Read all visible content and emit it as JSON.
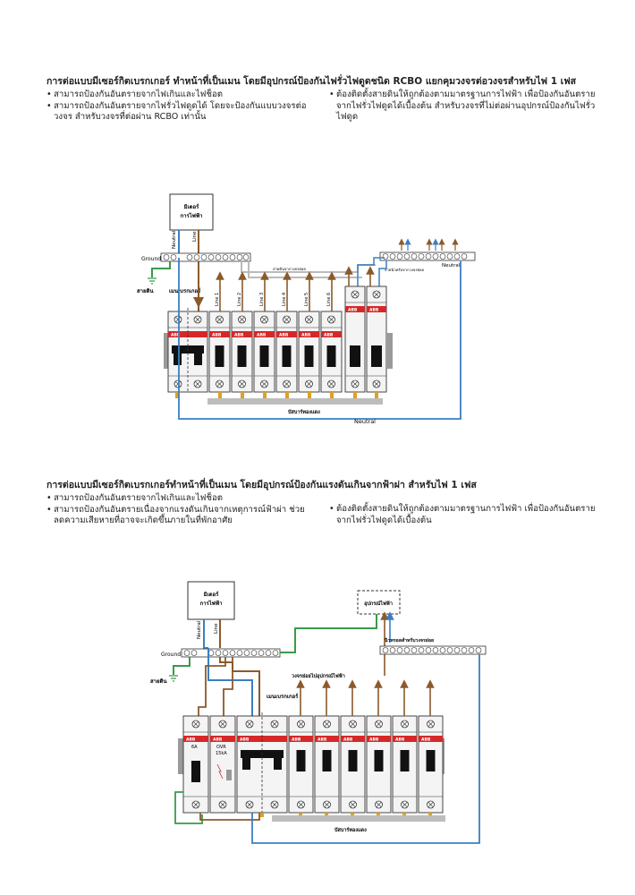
{
  "section1": {
    "title": "การต่อแบบมีเซอร์กิตเบรกเกอร์ ทำหน้าที่เป็นเมน โดยมีอุปกรณ์ป้องกันไฟรั่วไฟดูดชนิด RCBO แยกคุมวงจรต่อวงจรสำหรับไฟ 1 เฟส",
    "bullets_left": [
      "สามารถป้องกันอันตรายจากไฟเกินและไฟช็อต",
      "สามารถป้องกันอันตรายจากไฟรั่วไฟดูดได้ โดยจะป้องกันแบบวงจรต่อวงจร สำหรับวงจรที่ต่อผ่าน RCBO เท่านั้น"
    ],
    "bullets_right": [
      "ต้องติดตั้งสายดินให้ถูกต้องตามมาตรฐานการไฟฟ้า เพื่อป้องกันอันตรายจากไฟรั่วไฟดูดได้เบื้องต้น สำหรับวงจรที่ไม่ต่อผ่านอุปกรณ์ป้องกันไฟรั่วไฟดูด"
    ]
  },
  "diagram1": {
    "meter_label_1": "มิเตอร์",
    "meter_label_2": "การไฟฟ้า",
    "neutral_wire": "Neutral",
    "line_wire": "Line",
    "ground_label": "Ground",
    "earth_label": "สายดิน",
    "main_breaker_label": "เมนเบรกเกอร์",
    "lines": [
      "Line 1",
      "Line 2",
      "Line 3",
      "Line 4",
      "Line 5",
      "Line 6"
    ],
    "breaker_brand": "ABB",
    "neutral_bar_label": "Neutral",
    "ground_wire_note": "สายดินจากวงจรย่อย",
    "neutral_wire_note": "สายนิวทรัลจากวงจรย่อย",
    "busbar_label": "บัสบาร์ทองแดง",
    "neutral_bottom_label": "Neutral"
  },
  "section2": {
    "title": "การต่อแบบมีเซอร์กิตเบรกเกอร์ทำหน้าที่เป็นเมน โดยมีอุปกรณ์ป้องกันแรงดันเกินจากฟ้าผ่า สำหรับไฟ 1 เฟส",
    "bullets_left": [
      "สามารถป้องกันอันตรายจากไฟเกินและไฟช็อต",
      "สามารถป้องกันอันตรายเนื่องจากแรงดันเกินจากเหตุการณ์ฟ้าผ่า ช่วยลดความเสียหายที่อาจจะเกิดขึ้นภายในที่พักอาศัย"
    ],
    "bullets_right": [
      "ต้องติดตั้งสายดินให้ถูกต้องตามมาตรฐานการไฟฟ้า เพื่อป้องกันอันตรายจากไฟรั่วไฟดูดได้เบื้องต้น"
    ]
  },
  "diagram2": {
    "meter_label_1": "มิเตอร์",
    "meter_label_2": "การไฟฟ้า",
    "neutral_wire": "Neutral",
    "line_wire": "Line",
    "ground_label": "Ground",
    "earth_label": "สายดิน",
    "device_label": "อุปกรณ์ไฟฟ้า",
    "neutral_sub_label": "นิวทรอลสำหรับวงจรย่อย",
    "sub_circuit_label": "วงจรย่อยไปอุปกรณ์ไฟฟ้า",
    "main_breaker_label": "เมนเบรกเกอร์",
    "breaker_brand": "ABB",
    "rating_6a": "6A",
    "ovr_label": "OVR",
    "ovr_rating": "15kA",
    "busbar_label": "บัสบาร์ทองแดง"
  },
  "colors": {
    "line_wire": "#8b5a2b",
    "neutral_wire": "#3a7fc4",
    "ground_wire": "#3a9a4a",
    "breaker_red": "#d62828",
    "busbar": "#bdbdbd"
  }
}
